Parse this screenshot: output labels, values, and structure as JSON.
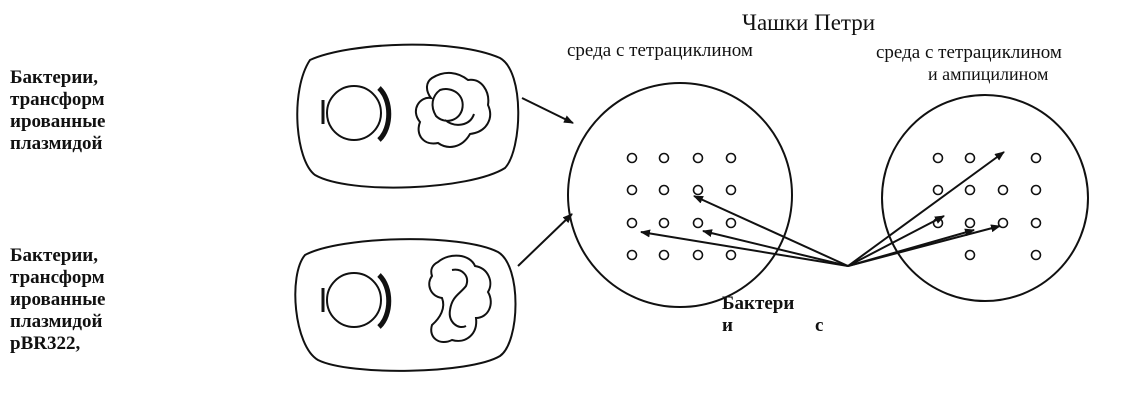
{
  "title": "Чашки Петри",
  "plates": [
    {
      "medium": "среда с тетрациклином"
    },
    {
      "medium_line1": "среда с тетрациклином",
      "medium_line2": "и ампицилином"
    }
  ],
  "groups": [
    {
      "lines": [
        "Бактерии,",
        "трансформ",
        "ированные",
        "плазмидой"
      ]
    },
    {
      "lines": [
        "Бактерии,",
        "трансформ",
        "ированные",
        "плазмидой",
        "pBR322,"
      ]
    }
  ],
  "bottom_label": {
    "line1": "Бактери",
    "line2_a": "и",
    "line2_b": "с"
  },
  "colors": {
    "ink": "#111111",
    "background": "#ffffff"
  }
}
